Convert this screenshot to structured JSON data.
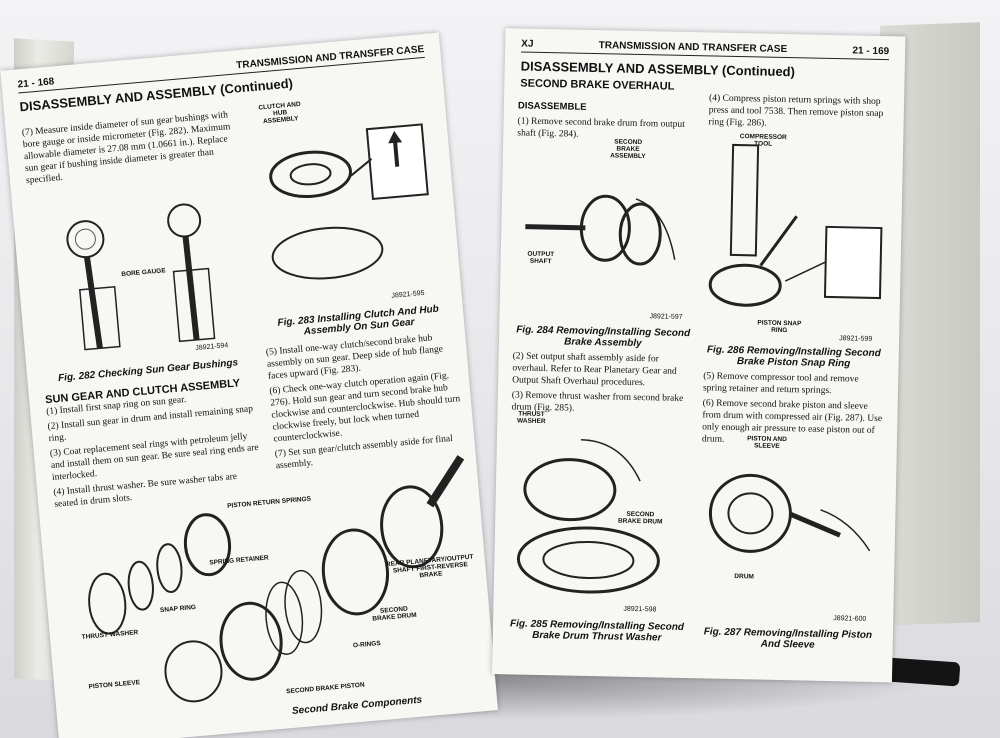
{
  "left_page": {
    "page_number": "21 - 168",
    "section": "TRANSMISSION AND TRANSFER CASE",
    "title": "DISASSEMBLY AND ASSEMBLY (Continued)",
    "para_7": "(7) Measure inside diameter of sun gear bushings with bore gauge or inside micrometer (Fig. 282). Maximum allowable diameter is 27.08 mm (1.0661 in.). Replace sun gear if bushing inside diameter is greater than specified.",
    "bore_gauge_label": "BORE GAUGE",
    "ref_594": "J8921-594",
    "fig_282": "Fig. 282 Checking Sun Gear Bushings",
    "subsection": "SUN GEAR AND CLUTCH ASSEMBLY",
    "sg_1": "(1) Install first snap ring on sun gear.",
    "sg_2": "(2) Install sun gear in drum and install remaining snap ring.",
    "sg_3": "(3) Coat replacement seal rings with petroleum jelly and install them on sun gear. Be sure seal ring ends are interlocked.",
    "sg_4": "(4) Install thrust washer. Be sure washer tabs are seated in drum slots.",
    "clutch_label": "CLUTCH AND HUB ASSEMBLY",
    "ref_595": "J8921-595",
    "fig_283": "Fig. 283 Installing Clutch And Hub Assembly On Sun Gear",
    "p5": "(5) Install one-way clutch/second brake hub assembly on sun gear. Deep side of hub flange faces upward (Fig. 283).",
    "p6": "(6) Check one-way clutch operation again (Fig. 276). Hold sun gear and turn second brake hub clockwise and counterclockwise. Hub should turn clockwise freely, but lock when turned counterclockwise.",
    "p7": "(7) Set sun gear/clutch assembly aside for final assembly.",
    "labels": {
      "piston_return_springs": "PISTON RETURN SPRINGS",
      "spring_retainer": "SPRING RETAINER",
      "snap_ring": "SNAP RING",
      "thrust_washer": "THRUST WASHER",
      "piston_sleeve": "PISTON SLEEVE",
      "rear_planetary": "REAR PLANETARY/OUTPUT SHAFT FIRST-REVERSE BRAKE",
      "second_brake_drum": "SECOND BRAKE DRUM",
      "o_rings": "O-RINGS",
      "second_brake_piston": "SECOND BRAKE PISTON"
    },
    "fig_components": "Second Brake Components"
  },
  "right_page": {
    "tag": "XJ",
    "section": "TRANSMISSION AND TRANSFER CASE",
    "page_number": "21 - 169",
    "title": "DISASSEMBLY AND ASSEMBLY (Continued)",
    "overhaul": "SECOND BRAKE OVERHAUL",
    "disassemble": "DISASSEMBLE",
    "d1": "(1) Remove second brake drum from output shaft (Fig. 284).",
    "label_sba": "SECOND BRAKE ASSEMBLY",
    "label_output": "OUTPUT SHAFT",
    "ref_597": "J8921-597",
    "fig_284": "Fig. 284 Removing/Installing Second Brake Assembly",
    "d2": "(2) Set output shaft assembly aside for overhaul. Refer to Rear Planetary Gear and Output Shaft Overhaul procedures.",
    "d3": "(3) Remove thrust washer from second brake drum (Fig. 285).",
    "label_thrust": "THRUST WASHER",
    "label_sbd": "SECOND BRAKE DRUM",
    "ref_598": "J8921-598",
    "fig_285": "Fig. 285 Removing/Installing Second Brake Drum Thrust Washer",
    "d4": "(4) Compress piston return springs with shop press and tool 7538. Then remove piston snap ring (Fig. 286).",
    "label_compressor": "COMPRESSOR TOOL",
    "label_piston_snap": "PISTON SNAP RING",
    "ref_599": "J8921-599",
    "fig_286": "Fig. 286 Removing/Installing Second Brake Piston Snap Ring",
    "d5": "(5) Remove compressor tool and remove spring retainer and return springs.",
    "d6": "(6) Remove second brake piston and sleeve from drum with compressed air (Fig. 287). Use only enough air pressure to ease piston out of drum.",
    "label_piston_sleeve": "PISTON AND SLEEVE",
    "label_drum": "DRUM",
    "ref_600": "J8921-600",
    "fig_287": "Fig. 287 Removing/Installing Piston And Sleeve"
  }
}
